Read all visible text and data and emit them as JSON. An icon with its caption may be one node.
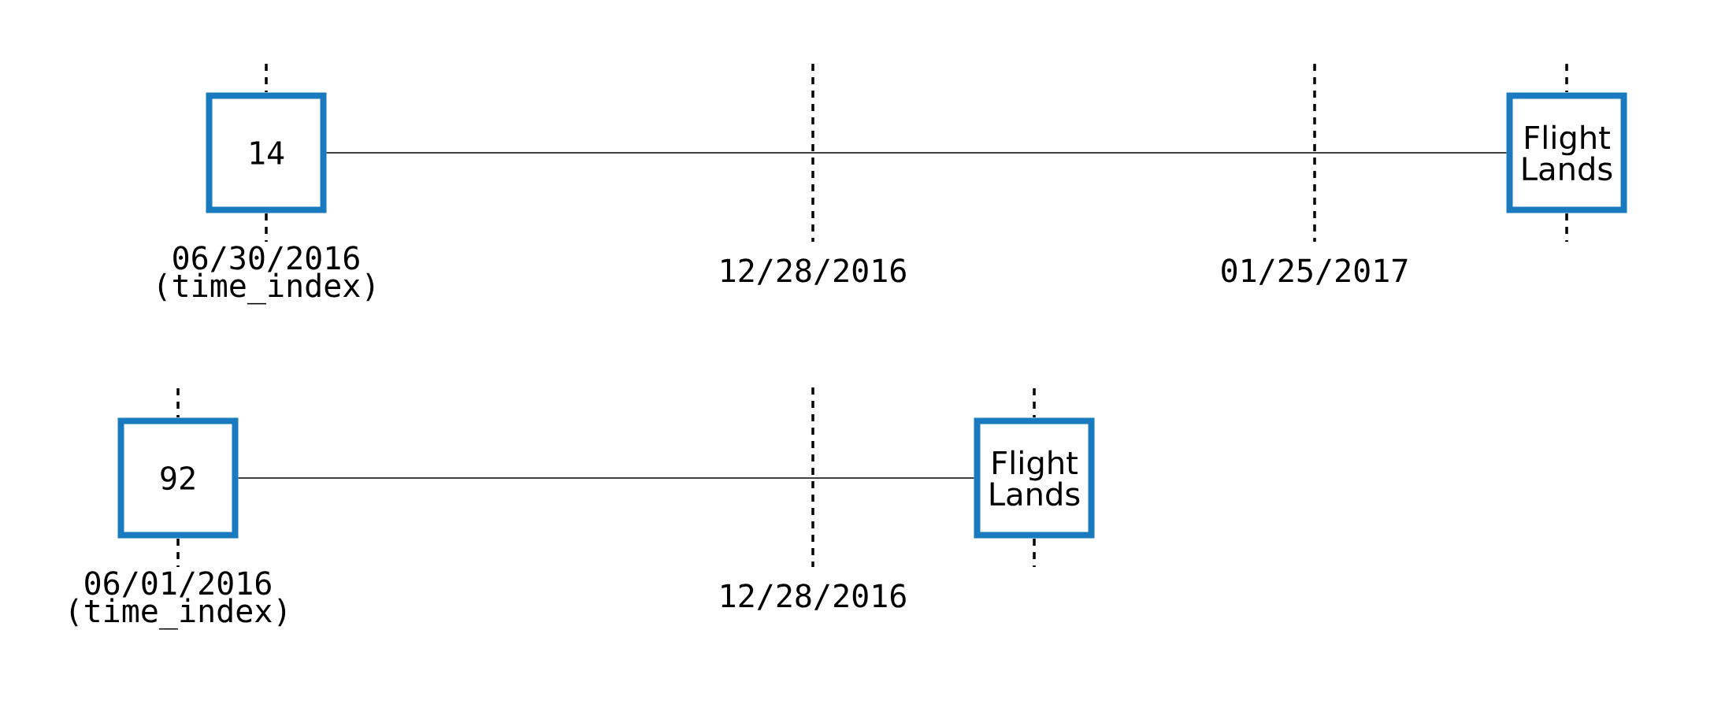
{
  "diagram": {
    "nodes": [
      {
        "text": [
          "14"
        ],
        "beside": [
          "06/30/2016 (time_index)"
        ]
      },
      {
        "text": [
          "Flight Lands"
        ]
      },
      {
        "text": [
          "92"
        ],
        "beside": [
          "06/01/2016 (time_index)"
        ]
      },
      {
        "text": [
          "Flight Lands"
        ]
      }
    ],
    "edges": [
      {
        "from": 0,
        "to": 1,
        "arrow": "none"
      },
      {
        "from": 2,
        "to": 3,
        "arrow": "none"
      }
    ],
    "labels": [
      "12/28/2016",
      "01/25/2017",
      "12/28/2016"
    ]
  }
}
